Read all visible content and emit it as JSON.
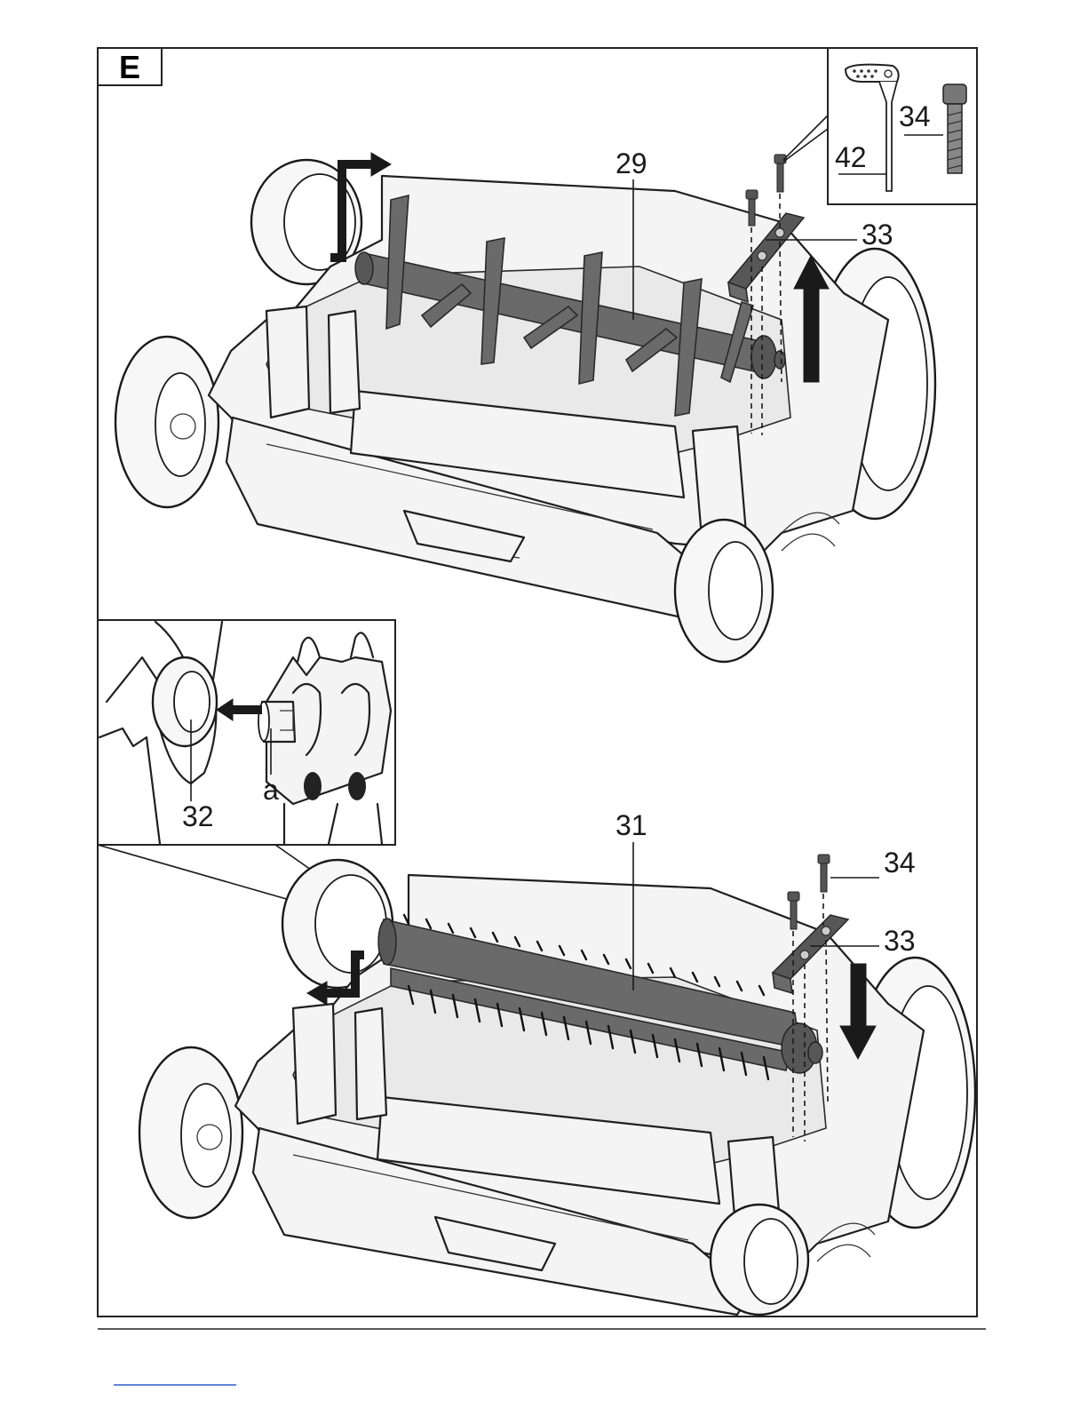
{
  "panel": {
    "letter": "E"
  },
  "labels": {
    "l29": "29",
    "l33_top": "33",
    "l42": "42",
    "l34_top": "34",
    "l32": "32",
    "la": "a",
    "l31": "31",
    "l34_bottom": "34",
    "l33_bottom": "33"
  },
  "colors": {
    "line": "#1f1f1f",
    "part_dark": "#6a6a6a",
    "footer_link": "#2b5ccc"
  },
  "icons": [
    "hex-key-icon",
    "screw-icon",
    "arrow-icon"
  ]
}
